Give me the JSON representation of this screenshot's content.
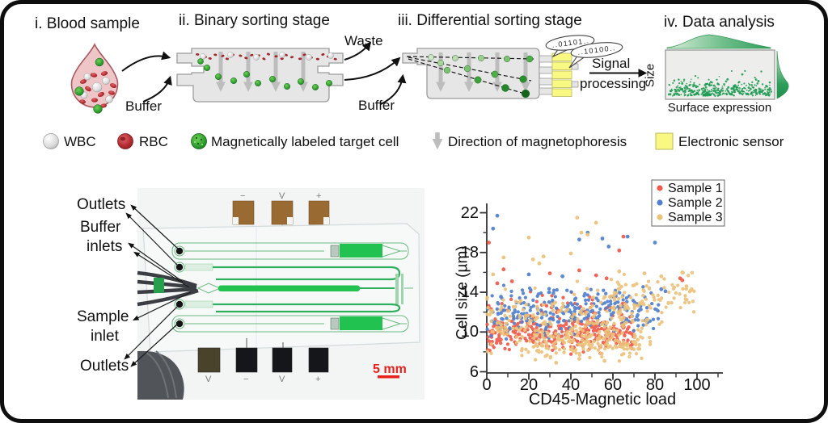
{
  "figure": {
    "panels": {
      "p1": {
        "title": "i. Blood sample",
        "buffer_label": "Buffer"
      },
      "p2": {
        "title": "ii. Binary sorting stage",
        "waste_label": "Waste",
        "buffer_label": "Buffer"
      },
      "p3": {
        "title": "iii. Differential sorting stage",
        "sensor_bits_1": "..01101..",
        "sensor_bits_2": "..10100..",
        "signal_line1": "Signal",
        "signal_line2": "processing"
      },
      "p4": {
        "title": "iv. Data analysis",
        "ylabel": "Size",
        "xlabel": "Surface expression"
      }
    },
    "legend": {
      "wbc": "WBC",
      "rbc": "RBC",
      "target": "Magnetically labeled target cell",
      "magneto": "Direction of magnetophoresis",
      "sensor": "Electronic sensor"
    },
    "photo": {
      "labels": {
        "outlets_top": "Outlets",
        "buffer_line1": "Buffer",
        "buffer_line2": "inlets",
        "sample_line1": "Sample",
        "sample_line2": "inlet",
        "outlets_bottom": "Outlets"
      },
      "scalebar": "5 mm",
      "pads_top": [
        "−",
        "V",
        "+"
      ],
      "pads_bottom": [
        "V",
        "−",
        "V",
        "+"
      ]
    }
  },
  "chart_data": [
    {
      "type": "scatter",
      "title": "",
      "xlabel": "CD45-Magnetic load",
      "ylabel": "Cell size (µm)",
      "xlim": [
        0,
        112
      ],
      "ylim": [
        6,
        23.5
      ],
      "x_ticks": [
        0,
        20,
        40,
        60,
        80,
        100
      ],
      "x_minor_ticks": [
        10,
        30,
        50,
        70,
        90,
        110
      ],
      "y_ticks": [
        6,
        10,
        14,
        18,
        22
      ],
      "y_minor_ticks": [
        8,
        12,
        16,
        20
      ],
      "grid": false,
      "legend_position": "top-right",
      "series": [
        {
          "name": "Sample 1",
          "color": "#ef5b4c",
          "clusters": [
            {
              "n": 300,
              "x": [
                0,
                70
              ],
              "y_mean": 9.9,
              "y_sd": 0.75,
              "trend": 0
            },
            {
              "n": 55,
              "x": [
                0,
                66
              ],
              "y_mean": 12.2,
              "y_sd": 0.9,
              "trend": 0
            }
          ],
          "outliers": [
            [
              1,
              19.0
            ],
            [
              8,
              16.3
            ],
            [
              12,
              15.1
            ],
            [
              30,
              15.9
            ],
            [
              44,
              16.2
            ],
            [
              52,
              15.7
            ],
            [
              57,
              15.4
            ],
            [
              63,
              18.2
            ],
            [
              65,
              19.6
            ],
            [
              92,
              15.4
            ],
            [
              93,
              15.2
            ],
            [
              5,
              14.9
            ]
          ]
        },
        {
          "name": "Sample 2",
          "color": "#5080ce",
          "clusters": [
            {
              "n": 225,
              "x": [
                0,
                82
              ],
              "y_mean": 11.6,
              "y_sd": 0.95,
              "trend": 0.004
            },
            {
              "n": 45,
              "x": [
                3,
                75
              ],
              "y_mean": 13.6,
              "y_sd": 0.6,
              "trend": 0
            }
          ],
          "outliers": [
            [
              5,
              21.7
            ],
            [
              3,
              20.4
            ],
            [
              44,
              19.3
            ],
            [
              48,
              20.0
            ],
            [
              55,
              19.4
            ],
            [
              58,
              18.6
            ],
            [
              67,
              19.6
            ],
            [
              80,
              19.0
            ],
            [
              83,
              14.3
            ],
            [
              85,
              14.1
            ],
            [
              20,
              15.8
            ],
            [
              36,
              15.6
            ]
          ]
        },
        {
          "name": "Sample 3",
          "color": "#ecc27b",
          "clusters": [
            {
              "n": 250,
              "x": [
                0,
                78
              ],
              "y_mean": 10.8,
              "y_sd": 1.5,
              "trend": 0.008
            },
            {
              "n": 150,
              "x": [
                22,
                74
              ],
              "y_mean": 8.9,
              "y_sd": 0.7,
              "trend": 0
            },
            {
              "n": 80,
              "x": [
                58,
                99
              ],
              "y_mean": 12.0,
              "y_sd": 1.1,
              "trend": 0.02
            }
          ],
          "outliers": [
            [
              43,
              21.5
            ],
            [
              52,
              21.0
            ],
            [
              45,
              20.0
            ],
            [
              48,
              19.8
            ],
            [
              20,
              19.5
            ],
            [
              27,
              17.6
            ],
            [
              40,
              17.9
            ],
            [
              22,
              17.3
            ],
            [
              25,
              16.9
            ],
            [
              63,
              16.1
            ],
            [
              75,
              15.9
            ],
            [
              83,
              15.6
            ],
            [
              93,
              16.0
            ],
            [
              95,
              14.6
            ],
            [
              33,
              6.9
            ],
            [
              56,
              7.1
            ],
            [
              44,
              7.3
            ],
            [
              8,
              17.5
            ],
            [
              3,
              15.8
            ],
            [
              97,
              14.2
            ]
          ]
        }
      ]
    },
    {
      "type": "scatter",
      "context": "panel-iv-schematic",
      "xlabel": "Surface expression",
      "ylabel": "Size",
      "n_points": 300,
      "color": "#1f9b53",
      "description": "dense green cloud near bottom of panel with marginal density curves"
    }
  ]
}
